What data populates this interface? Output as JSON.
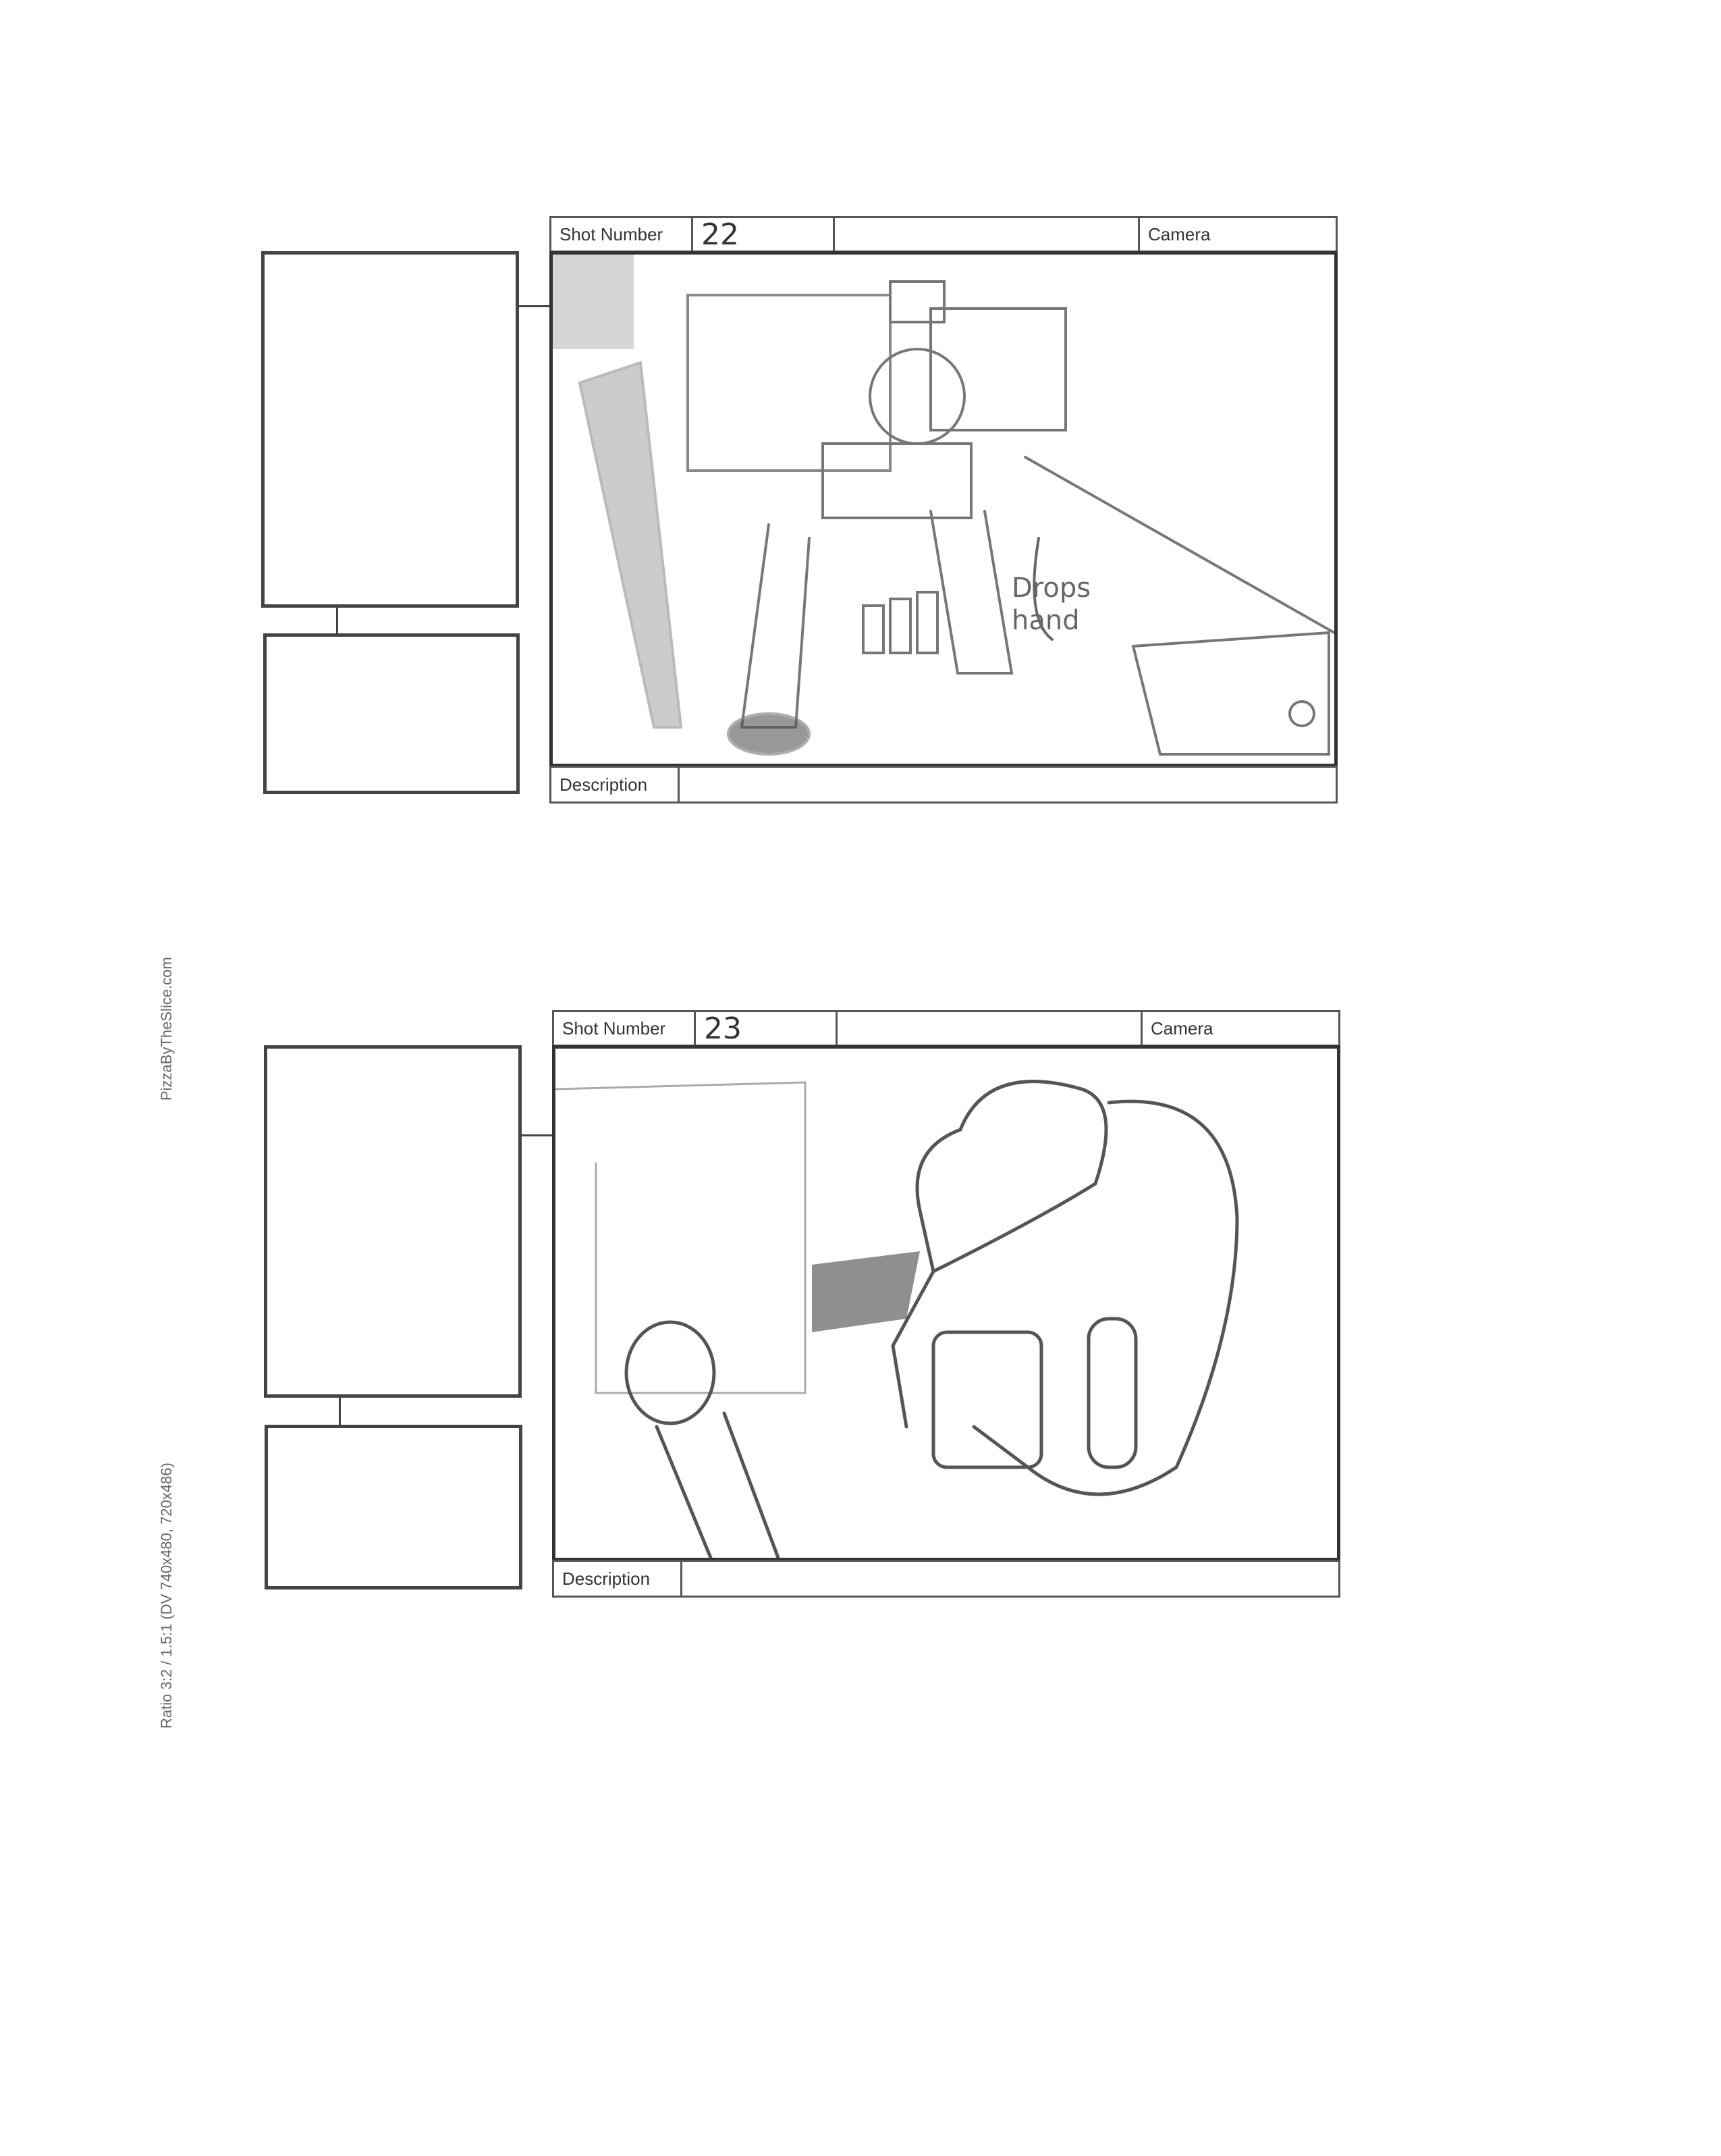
{
  "page": {
    "side_text_top": "PizzaByTheSlice.com",
    "side_text_bottom": "Ratio 3:2 / 1.5:1 (DV 740x480, 720x486)"
  },
  "panels": [
    {
      "shot_number_label": "Shot Number",
      "shot_number_value": "22",
      "middle_field": "",
      "camera_label": "Camera",
      "camera_value": "",
      "description_label": "Description",
      "description_value": "",
      "sketch_annotation": "Drops hand"
    },
    {
      "shot_number_label": "Shot Number",
      "shot_number_value": "23",
      "middle_field": "",
      "camera_label": "Camera",
      "camera_value": "",
      "description_label": "Description",
      "description_value": "",
      "sketch_annotation": ""
    }
  ]
}
